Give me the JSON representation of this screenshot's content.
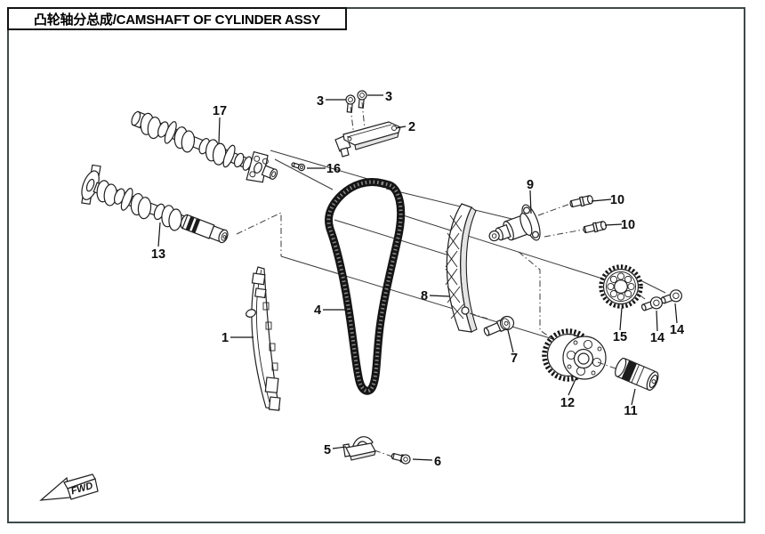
{
  "page": {
    "title": "凸轮轴分总成/CAMSHAFT OF CYLINDER ASSY"
  },
  "colors": {
    "frame_border": "#3f4a4a",
    "title_border": "#111111",
    "line_art": "#1f1f1f",
    "chain": "#151515",
    "background": "#ffffff"
  },
  "diagram": {
    "type": "exploded-parts-diagram",
    "fwd_marker": "FWD",
    "labels": [
      {
        "text": "1"
      },
      {
        "text": "2"
      },
      {
        "text": "3"
      },
      {
        "text": "3"
      },
      {
        "text": "4"
      },
      {
        "text": "5"
      },
      {
        "text": "6"
      },
      {
        "text": "7"
      },
      {
        "text": "8"
      },
      {
        "text": "9"
      },
      {
        "text": "10"
      },
      {
        "text": "10"
      },
      {
        "text": "11"
      },
      {
        "text": "12"
      },
      {
        "text": "13"
      },
      {
        "text": "14"
      },
      {
        "text": "14"
      },
      {
        "text": "15"
      },
      {
        "text": "16"
      },
      {
        "text": "17"
      }
    ]
  }
}
